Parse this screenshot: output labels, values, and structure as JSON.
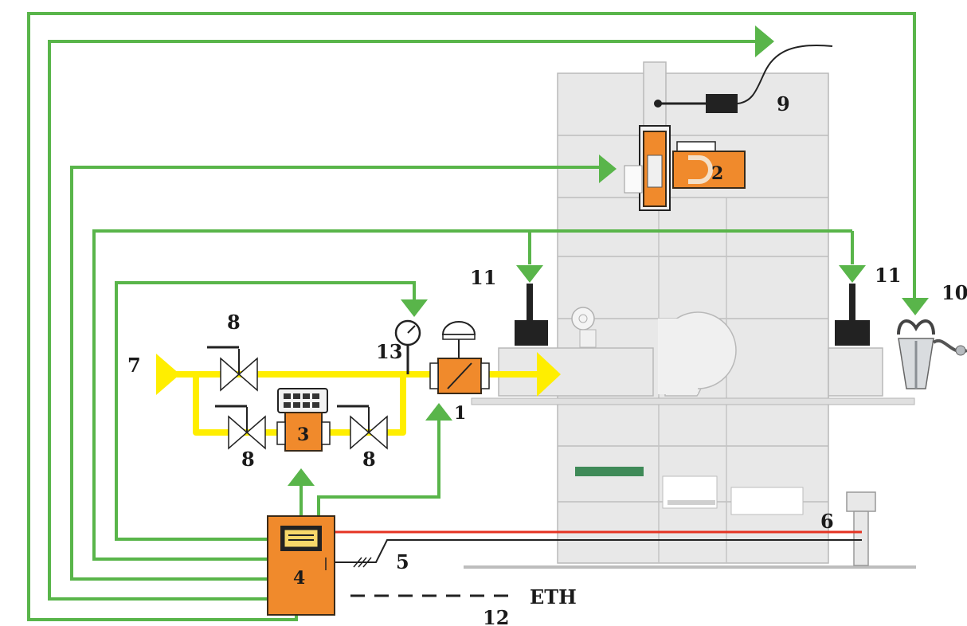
{
  "colors": {
    "signal_line": "#59b54a",
    "gas_line": "#ffee00",
    "device_fill": "#f08a2c",
    "power_line": "#e53322",
    "machine": "#e8e8e8"
  },
  "labels": {
    "burner_valve": "1",
    "top_device": "2",
    "flow_meter": "3",
    "controller": "4",
    "sensor_cable": "5",
    "post": "6",
    "gas_inlet": "7",
    "valve_top": "8",
    "valve_bottom_left": "8",
    "valve_bottom_right": "8",
    "probe": "9",
    "right_device": "10",
    "actuator_left": "11",
    "actuator_right": "11",
    "eth_line": "12",
    "pressure_gauge": "13",
    "eth": "ETH"
  },
  "icons": {
    "valve": "gate-valve-icon",
    "gauge": "pressure-gauge-icon",
    "meter_display": "digital-display-icon",
    "actuator": "pneumatic-actuator-icon"
  }
}
